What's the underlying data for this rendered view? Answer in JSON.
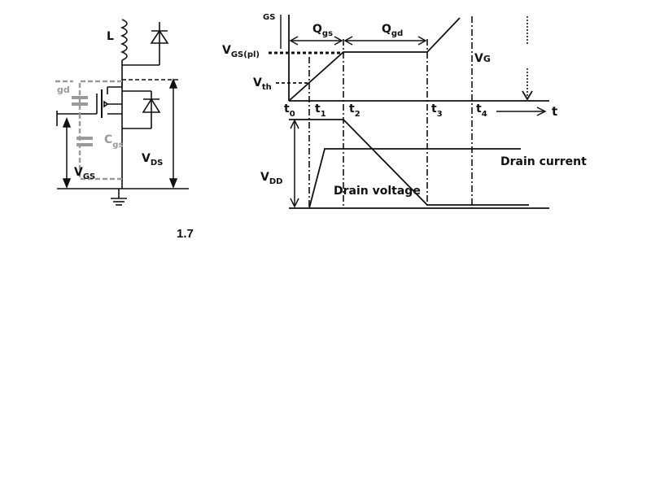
{
  "circuit": {
    "inductor_label": "L",
    "cgd_label": "gd",
    "cgs_label_main": "C",
    "cgs_label_sub": "gs",
    "vgs_label_main": "V",
    "vgs_label_sub": "GS",
    "vds_label_main": "V",
    "vds_label_sub": "DS"
  },
  "waveform": {
    "vgs_top_clip": "GS",
    "qgs_main": "Q",
    "qgs_sub": "gs",
    "qgd_main": "Q",
    "qgd_sub": "gd",
    "vgs_pl_main": "V",
    "vgs_pl_sub": "GS(pl)",
    "vth_main": "V",
    "vth_sub": "th",
    "vg_main": "V",
    "vg_sub": "G",
    "t_labels": [
      {
        "main": "t",
        "sub": "0"
      },
      {
        "main": "t",
        "sub": "1"
      },
      {
        "main": "t",
        "sub": "2"
      },
      {
        "main": "t",
        "sub": "3"
      },
      {
        "main": "t",
        "sub": "4"
      }
    ],
    "t_axis_label": "t",
    "vdd_main": "V",
    "vdd_sub": "DD",
    "drain_current_label": "Drain current",
    "drain_voltage_label": "Drain voltage"
  },
  "caption": "1.7"
}
